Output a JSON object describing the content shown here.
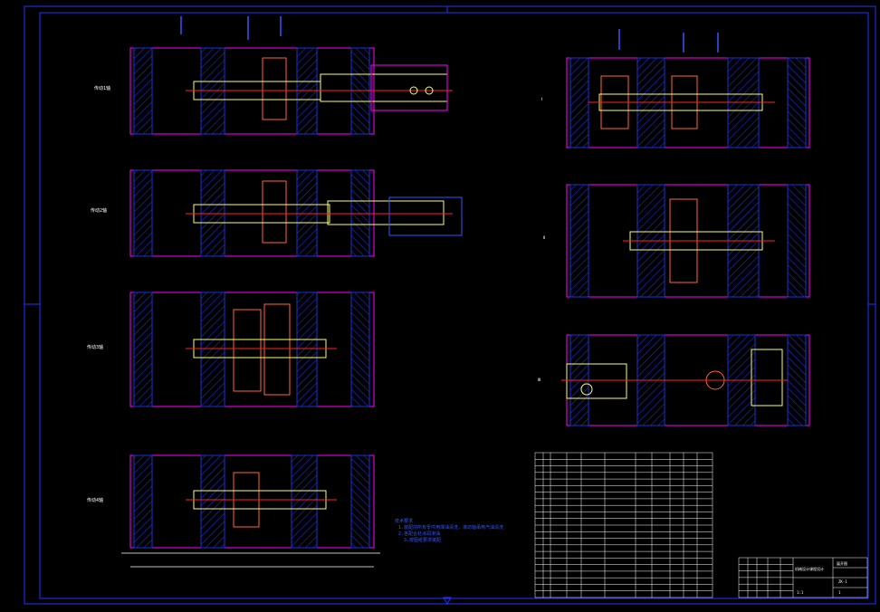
{
  "drawing": {
    "colors": {
      "background": "#000000",
      "frame": "#2233ff",
      "housing": "#ff00ff",
      "hatch": "#1f2fd0",
      "centerline": "#ff2222",
      "shaft": "#ffff66",
      "gear_hatch": "#ff6633",
      "table_line": "#ffffff"
    },
    "left_views": [
      {
        "label": "传动1轴"
      },
      {
        "label": "传动2轴"
      },
      {
        "label": "传动3轴"
      },
      {
        "label": "传动4轴"
      }
    ],
    "right_views": [
      {
        "label": "Ⅰ"
      },
      {
        "label": "Ⅱ"
      },
      {
        "label": "Ⅲ"
      }
    ],
    "notes": {
      "title": "技术要求",
      "line1": "1.装配前所有零件用煤油清洗，滚动轴承用汽油清洗",
      "line2": "2.各配合处涂润滑油",
      "line3": "3.按图纸要求装配"
    },
    "title_block": {
      "drawing_name": "展开图",
      "drawing_no": "ZK-1",
      "scale": "1:1",
      "sheet": "1",
      "material": "",
      "company": "机械设计课程设计"
    }
  }
}
